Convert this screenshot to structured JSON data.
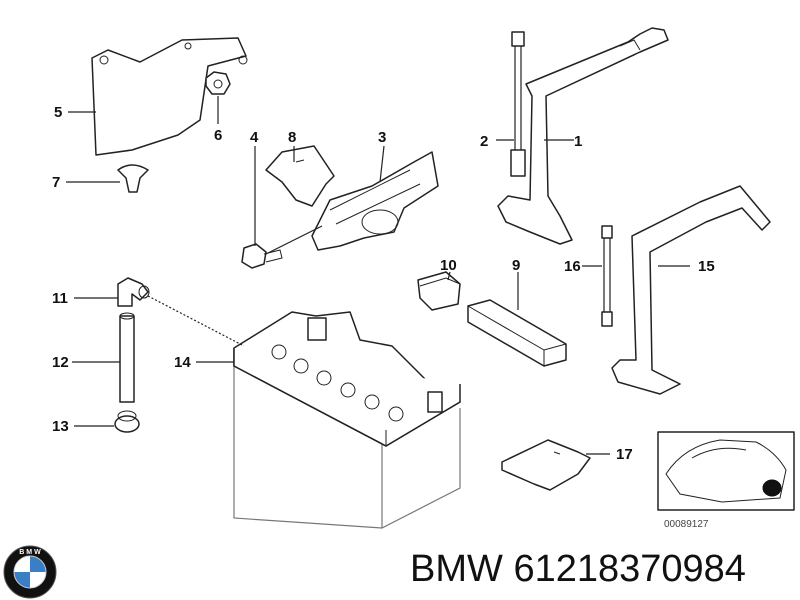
{
  "callouts": [
    "1",
    "2",
    "3",
    "4",
    "5",
    "6",
    "7",
    "8",
    "9",
    "10",
    "11",
    "12",
    "13",
    "14",
    "15",
    "16",
    "17"
  ],
  "reference_code": "00089127",
  "brand_name": "BMW",
  "part_number": "61218370984",
  "logo_icon": "bmw-roundel-icon",
  "colors": {
    "logo_blue": "#3a7ec6",
    "logo_black": "#111111"
  }
}
